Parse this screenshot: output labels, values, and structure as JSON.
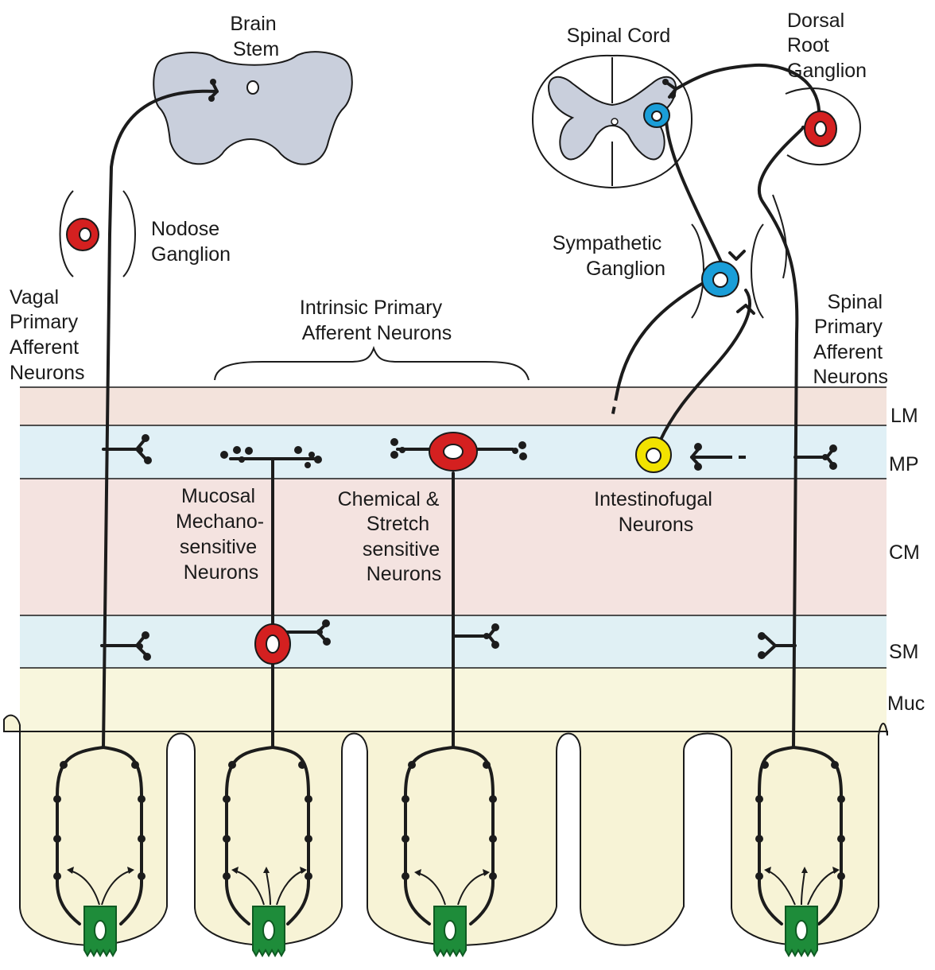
{
  "labels": {
    "brain_stem": [
      "Brain",
      "Stem"
    ],
    "spinal_cord": "Spinal Cord",
    "dorsal_root_ganglion": [
      "Dorsal",
      "Root",
      "Ganglion"
    ],
    "nodose_ganglion": [
      "Nodose",
      "Ganglion"
    ],
    "vagal_primary_afferent": [
      "Vagal",
      "Primary",
      "Afferent",
      "Neurons"
    ],
    "intrinsic_primary_afferent": [
      "Intrinsic Primary",
      "Afferent Neurons"
    ],
    "sympathetic_ganglion": [
      "Sympathetic",
      "Ganglion"
    ],
    "spinal_primary_afferent": [
      "Spinal",
      "Primary",
      "Afferent",
      "Neurons"
    ],
    "mucosal_mechanosensitive": [
      "Mucosal",
      "Mechano-",
      "sensitive",
      "Neurons"
    ],
    "chemical_stretch": [
      "Chemical &",
      "Stretch",
      "sensitive",
      "Neurons"
    ],
    "intestinofugal": [
      "Intestinofugal",
      "Neurons"
    ]
  },
  "layers": [
    "LM",
    "MP",
    "CM",
    "SM",
    "Muc"
  ],
  "colors": {
    "lm_band": "#f3e3dc",
    "mp_band": "#e0f0f6",
    "cm_band": "#f4e3e0",
    "sm_band": "#e0f0f4",
    "muc_band": "#f8f6dd",
    "villus_fill": "#f7f3d6",
    "cns_gray": "#c9cfdc",
    "neuron_red": "#d42020",
    "neuron_blue": "#1a9ed8",
    "neuron_yellow": "#f2e200",
    "enteroendocrine_green": "#1e8c3a"
  },
  "icons": [
    "sensory-neuron-icon",
    "enteroendocrine-cell-icon",
    "nerve-terminal-icon"
  ]
}
